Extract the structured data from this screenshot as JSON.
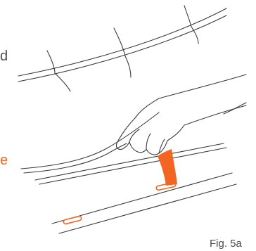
{
  "text_fragments": {
    "top": "d",
    "bottom": "e"
  },
  "caption": "Fig. 5a",
  "colors": {
    "line": "#3a3a3a",
    "accent": "#f26522",
    "text": "#4a4a4a"
  }
}
